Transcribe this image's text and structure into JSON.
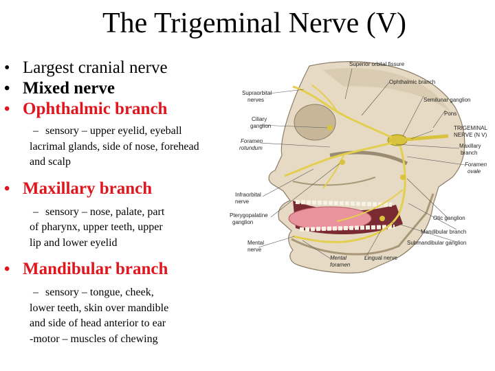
{
  "title": "The Trigeminal Nerve (V)",
  "bullets": [
    {
      "text": "Largest cranial nerve"
    },
    {
      "text": "Mixed nerve"
    },
    {
      "text": "Ophthalmic branch",
      "sub": [
        "sensory – upper eyelid, eyeball",
        "lacrimal glands, side of nose, forehead",
        "and scalp"
      ]
    },
    {
      "text": "Maxillary branch",
      "sub": [
        "sensory – nose, palate, part",
        "of pharynx, upper teeth, upper",
        "lip and lower eyelid"
      ]
    },
    {
      "text": "Mandibular branch",
      "sub": [
        "sensory – tongue, cheek,",
        "lower teeth, skin over mandible",
        "and side of head anterior to ear",
        "-motor – muscles of chewing"
      ]
    }
  ],
  "figure": {
    "labels": {
      "superior_orbital_fissure": "Superior orbital fissure",
      "ophthalmic_branch": "Ophthalmic branch",
      "supraorbital_nerves_1": "Supraorbital",
      "supraorbital_nerves_2": "nerves",
      "semilunar_ganglion": "Semilunar ganglion",
      "pons": "Pons",
      "ciliary_ganglion_1": "Ciliary",
      "ciliary_ganglion_2": "ganglion",
      "trigeminal_nerve_1": "TRIGEMINAL",
      "trigeminal_nerve_2": "NERVE (N V)",
      "foramen_rotundum_1": "Foramen",
      "foramen_rotundum_2": "rotundum",
      "maxillary_branch_1": "Maxillary",
      "maxillary_branch_2": "branch",
      "foramen_ovale_1": "Foramen",
      "foramen_ovale_2": "ovale",
      "infraorbital_nerve_1": "Infraorbital",
      "infraorbital_nerve_2": "nerve",
      "pterygopalatine_ganglion_1": "Pterygopalatine",
      "pterygopalatine_ganglion_2": "ganglion",
      "otic_ganglion": "Otic ganglion",
      "mandibular_branch": "Mandibular branch",
      "mental_nerve_1": "Mental",
      "mental_nerve_2": "nerve",
      "submandibular_ganglion": "Submandibular ganglion",
      "lingual_nerve": "Lingual nerve",
      "mental_foramen_1": "Mental",
      "mental_foramen_2": "foramen"
    }
  }
}
